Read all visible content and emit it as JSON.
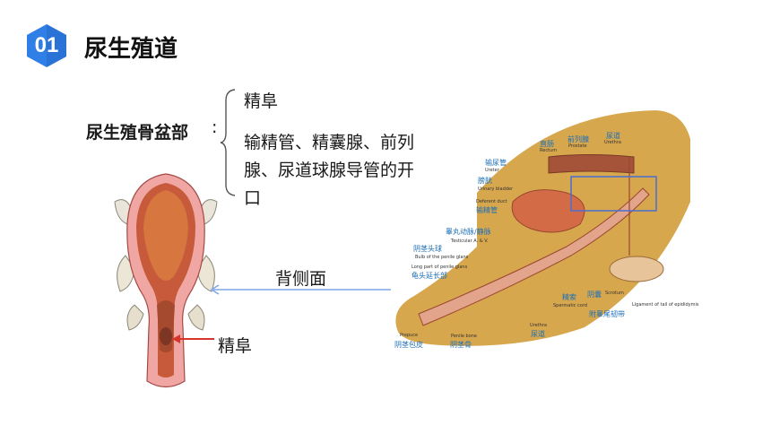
{
  "badge": {
    "number": "01",
    "color": "#2f7fe6"
  },
  "title": "尿生殖道",
  "term": "尿生殖骨盆部",
  "colon": ":",
  "items": [
    "精阜",
    "输精管、精囊腺、前列腺、尿道球腺导管的开口"
  ],
  "view_label": "背侧面",
  "glans_label": "精阜",
  "figure_labels": {
    "rectum_cn": "直肠",
    "rectum_en": "Rectum",
    "prostate_cn": "前列腺",
    "prostate_en": "Prostate",
    "urethra_top_cn": "尿道",
    "urethra_top_en": "Urethra",
    "ureter_cn": "输尿管",
    "ureter_en": "Ureter",
    "bladder_cn": "膀胱",
    "bladder_en": "Urinary bladder",
    "deferent_cn": "输精管",
    "deferent_en": "Deferent duct",
    "testicular_cn": "睾丸动脉/静脉",
    "testicular_en": "Testicular A. & V.",
    "bulb_cn": "阴茎头球",
    "bulb_en": "Bulb of the penile glans",
    "longpart_cn": "龟头延长部",
    "longpart_en": "Long part of penile glans",
    "cord_cn": "精索",
    "cord_en": "Spermatic cord",
    "scrotum_cn": "阴囊",
    "scrotum_en": "Scrotum",
    "ligament_cn": "附睾尾韧带",
    "ligament_en": "Ligament of tail of epididymis",
    "prepuce_cn": "阴茎包皮",
    "prepuce_en": "Prepuce",
    "bone_cn": "阴茎骨",
    "bone_en": "Penile bone",
    "urethra_bot_cn": "尿道",
    "urethra_bot_en": "Urethra"
  },
  "colors": {
    "arrow": "#7ea6e8",
    "marker": "#d9342b",
    "box": "#4a6fd0"
  }
}
